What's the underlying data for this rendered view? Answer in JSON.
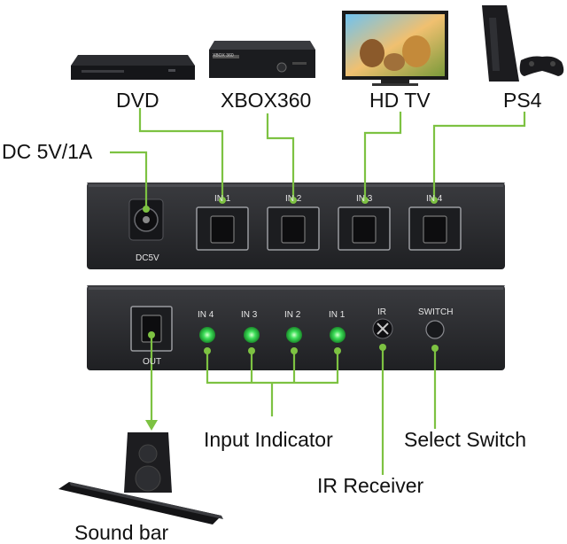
{
  "devices": {
    "dvd": "DVD",
    "xbox": "XBOX360",
    "hdtv": "HD TV",
    "ps4": "PS4",
    "xbox_logo": "XBOX 360"
  },
  "power_label": "DC 5V/1A",
  "rear_panel": {
    "dc_port": "DC5V",
    "inputs": [
      "IN 1",
      "IN 2",
      "IN 3",
      "IN 4"
    ]
  },
  "front_panel": {
    "out_port": "OUT",
    "indicators": [
      "IN 4",
      "IN 3",
      "IN 2",
      "IN 1"
    ],
    "ir": "IR",
    "switch": "SWITCH"
  },
  "callouts": {
    "input_indicator": "Input Indicator",
    "select_switch": "Select Switch",
    "ir_receiver": "IR Receiver",
    "sound_bar": "Sound bar"
  },
  "colors": {
    "connector_line": "#7dc242",
    "led": "#3ee05a",
    "panel": "#2c2d30"
  }
}
